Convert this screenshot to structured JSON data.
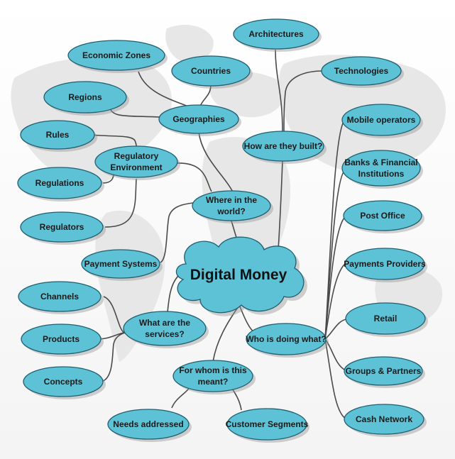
{
  "colors": {
    "bubble_fill": "#5ec2d6",
    "bubble_stroke": "#1f5f70",
    "connector": "#4a4a4a",
    "map_land": "#e7e7e7"
  },
  "center": {
    "label": "Digital Money"
  },
  "nodes": {
    "architectures": "Architectures",
    "economic_zones": "Economic Zones",
    "countries": "Countries",
    "technologies": "Technologies",
    "regions": "Regions",
    "geographies": "Geographies",
    "mobile_operators": "Mobile operators",
    "rules": "Rules",
    "how_built": "How are they built?",
    "regulatory_env_1": "Regulatory",
    "regulatory_env_2": "Environment",
    "banks_1": "Banks & Financial",
    "banks_2": "Institutions",
    "regulations": "Regulations",
    "where_1": "Where in the",
    "where_2": "world?",
    "post_office": "Post Office",
    "regulators": "Regulators",
    "payment_systems": "Payment Systems",
    "payments_providers": "Payments Providers",
    "channels": "Channels",
    "services_1": "What are the",
    "services_2": "services?",
    "retail": "Retail",
    "products": "Products",
    "who_doing": "Who is doing what?",
    "groups_partners": "Groups & Partners",
    "for_whom_1": "For whom is this",
    "for_whom_2": "meant?",
    "concepts": "Concepts",
    "needs_addressed": "Needs addressed",
    "customer_segments": "Customer Segments",
    "cash_network": "Cash Network"
  }
}
